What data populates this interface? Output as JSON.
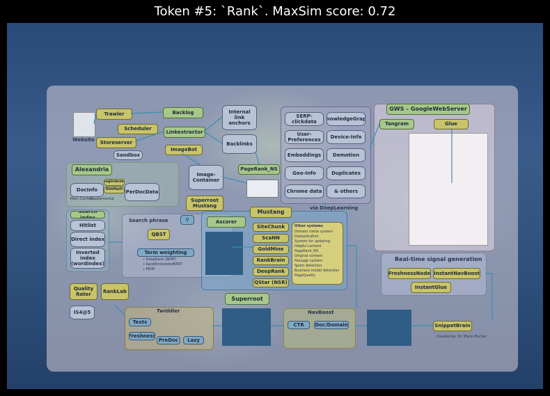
{
  "title": "Token #5: `Rank`. MaxSim score: 0.72",
  "colors": {
    "heat_low": "#2a4a78",
    "heat_high": "#aad796",
    "box_yellow": "#c9c46a",
    "box_green": "#a7c88a",
    "box_blue": "#7fa9c6"
  },
  "diagram": {
    "crawl": {
      "website": "Website",
      "trawler": "Trawler",
      "scheduler": "Scheduler",
      "storeserver": "Storeserver",
      "sandbox": "Sandbox",
      "backlog": "Backlog",
      "linkextractor": "Linkextractor",
      "imagebot": "ImageBot",
      "internal_link_anchors": "Internal link anchors",
      "backlinks": "Backlinks",
      "pagerank_ns": "PageRank_NS",
      "image_container": "Image-Container",
      "superroot_mustang": "Superroot Mustang"
    },
    "alexandria": {
      "title": "Alexandria",
      "docinfo": "DocInfo",
      "segindexer": "SegIndexer",
      "simhash": "SimHash",
      "perdocdata": "PerDocData",
      "main_content": "Main Content",
      "supplemental": "Supplemental"
    },
    "search": {
      "search_index": "Search index",
      "hitlist": "Hitlist",
      "direct_index": "Direct index",
      "inverted_index": "Inverted index (wordindex)",
      "search_phrase": "Search phrase",
      "qbst": "QBST",
      "term_weighting": "Term weighting",
      "ascorer": "Ascorer",
      "deeprank_lines": [
        "» DeepRank (BERT)",
        "» RankEmbeddedBERT",
        "» MUM"
      ]
    },
    "mustang": {
      "title": "Mustang",
      "items": [
        "SiteChunk",
        "ScaNN",
        "GoldMine",
        "RankBrain",
        "DeepRank",
        "QStar (NSR)"
      ],
      "other_systems_title": "Other systems",
      "other_systems": [
        "Domain name system",
        "Deduplication",
        "System for updating",
        "Helpful content",
        "PageRank_NS",
        "Original content",
        "Passage system",
        "Spam detection",
        "Business model detection",
        "PageQuality"
      ]
    },
    "deeplearning": {
      "label": "via DeepLearning",
      "items": [
        "SERP-clickdata",
        "KnowledgeGraph",
        "User-Preferences",
        "Device-Info",
        "Embeddings",
        "Demotion",
        "Geo-Info",
        "Duplicates",
        "Chrome data",
        "& others"
      ]
    },
    "gws": {
      "title": "GWS – GoogleWebServer",
      "tangram": "Tangram",
      "glue": "Glue"
    },
    "realtime": {
      "title": "Real-time signal generation",
      "items": [
        "FreshnessNode",
        "InstantNavBoost",
        "InstantGlue"
      ]
    },
    "bottom": {
      "quality_rater": "Quality Rater",
      "ranklab": "RankLab",
      "is4s5": "IS4@5",
      "twiddler": "Twiddler",
      "twiddler_items": [
        "Texts",
        "Freshness",
        "PreDoc",
        "Lazy"
      ],
      "superroot": "Superroot",
      "navboost": "NavBoost",
      "navboost_items": [
        "CTR",
        "Doc/Domain"
      ],
      "snippetbrain": "SnippetBrain",
      "credit": "Created by: Dr. Mario Fischer"
    }
  }
}
